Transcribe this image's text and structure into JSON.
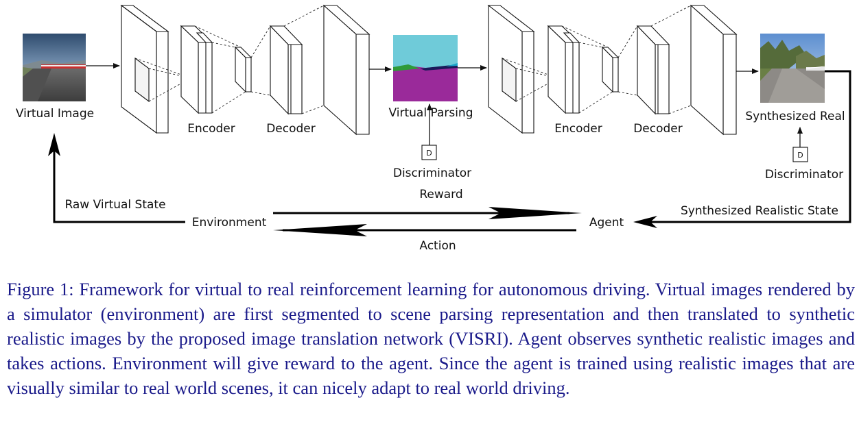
{
  "diagram": {
    "virtual_image_label": "Virtual Image",
    "encoder1_label": "Encoder",
    "decoder1_label": "Decoder",
    "virtual_parsing_label": "Virtual Parsing",
    "discriminator1_symbol": "D",
    "discriminator1_label": "Discriminator",
    "reward_label": "Reward",
    "encoder2_label": "Encoder",
    "decoder2_label": "Decoder",
    "synthesized_real_label": "Synthesized Real",
    "discriminator2_symbol": "D",
    "discriminator2_label": "Discriminator",
    "raw_virtual_state_label": "Raw Virtual State",
    "environment_label": "Environment",
    "agent_label": "Agent",
    "synthesized_realistic_state_label": "Synthesized Realistic State",
    "action_label": "Action"
  },
  "caption": "Figure 1: Framework for virtual to real reinforcement learning for autonomous driving. Virtual images rendered by a simulator (environment) are first segmented to scene parsing representation and then translated to synthetic realistic images by the proposed image translation network (VISRI). Agent observes synthetic realistic images and takes actions. Environment will give reward to the agent. Since the agent is trained using realistic images that are visually similar to real world scenes, it can nicely adapt to real world driving."
}
